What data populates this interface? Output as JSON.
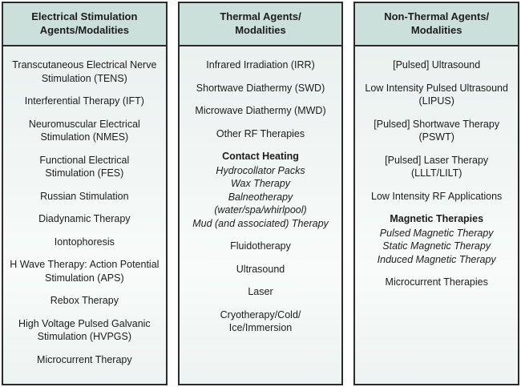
{
  "colors": {
    "header_bg": "#cbdfdb",
    "body_top": "#e7efed",
    "body_bottom": "#f8fbfa",
    "border": "#2b2b2b",
    "text": "#1c1c1c"
  },
  "columns": [
    {
      "header": "Electrical Stimulation\nAgents/Modalities",
      "items": [
        {
          "text": "Transcutaneous Electrical Nerve\nStimulation (TENS)",
          "style": "normal"
        },
        {
          "text": "Interferential Therapy (IFT)",
          "style": "normal"
        },
        {
          "text": "Neuromuscular Electrical\nStimulation (NMES)",
          "style": "normal"
        },
        {
          "text": "Functional Electrical\nStimulation (FES)",
          "style": "normal"
        },
        {
          "text": "Russian Stimulation",
          "style": "normal"
        },
        {
          "text": "Diadynamic Therapy",
          "style": "normal"
        },
        {
          "text": "Iontophoresis",
          "style": "normal"
        },
        {
          "text": "H Wave Therapy: Action Potential\nStimulation (APS)",
          "style": "normal"
        },
        {
          "text": "Rebox Therapy",
          "style": "normal"
        },
        {
          "text": "High Voltage Pulsed Galvanic\nStimulation (HVPGS)",
          "style": "normal"
        },
        {
          "text": "Microcurrent Therapy",
          "style": "normal"
        }
      ]
    },
    {
      "header": "Thermal Agents/\nModalities",
      "items": [
        {
          "text": "Infrared Irradiation (IRR)",
          "style": "normal"
        },
        {
          "text": "Shortwave Diathermy (SWD)",
          "style": "normal"
        },
        {
          "text": "Microwave Diathermy (MWD)",
          "style": "normal"
        },
        {
          "text": "Other RF Therapies",
          "style": "normal"
        },
        {
          "text": "Contact Heating",
          "style": "bold"
        },
        {
          "text": "Hydrocollator Packs\nWax Therapy\nBalneotherapy\n(water/spa/whirlpool)\nMud (and associated) Therapy",
          "style": "italic",
          "tight": true
        },
        {
          "text": "Fluidotherapy",
          "style": "normal"
        },
        {
          "text": "Ultrasound",
          "style": "normal"
        },
        {
          "text": "Laser",
          "style": "normal"
        },
        {
          "text": "Cryotherapy/Cold/\nIce/Immersion",
          "style": "normal"
        }
      ]
    },
    {
      "header": "Non-Thermal Agents/\nModalities",
      "items": [
        {
          "text": "[Pulsed] Ultrasound",
          "style": "normal"
        },
        {
          "text": "Low Intensity Pulsed Ultrasound\n(LIPUS)",
          "style": "normal"
        },
        {
          "text": "[Pulsed] Shortwave Therapy\n(PSWT)",
          "style": "normal"
        },
        {
          "text": "[Pulsed] Laser Therapy\n(LLLT/LILT)",
          "style": "normal"
        },
        {
          "text": "Low Intensity RF Applications",
          "style": "normal"
        },
        {
          "text": "Magnetic Therapies",
          "style": "bold"
        },
        {
          "text": "Pulsed Magnetic Therapy\nStatic Magnetic Therapy\nInduced Magnetic Therapy",
          "style": "italic",
          "tight": true
        },
        {
          "text": "Microcurrent Therapies",
          "style": "normal"
        }
      ]
    }
  ]
}
